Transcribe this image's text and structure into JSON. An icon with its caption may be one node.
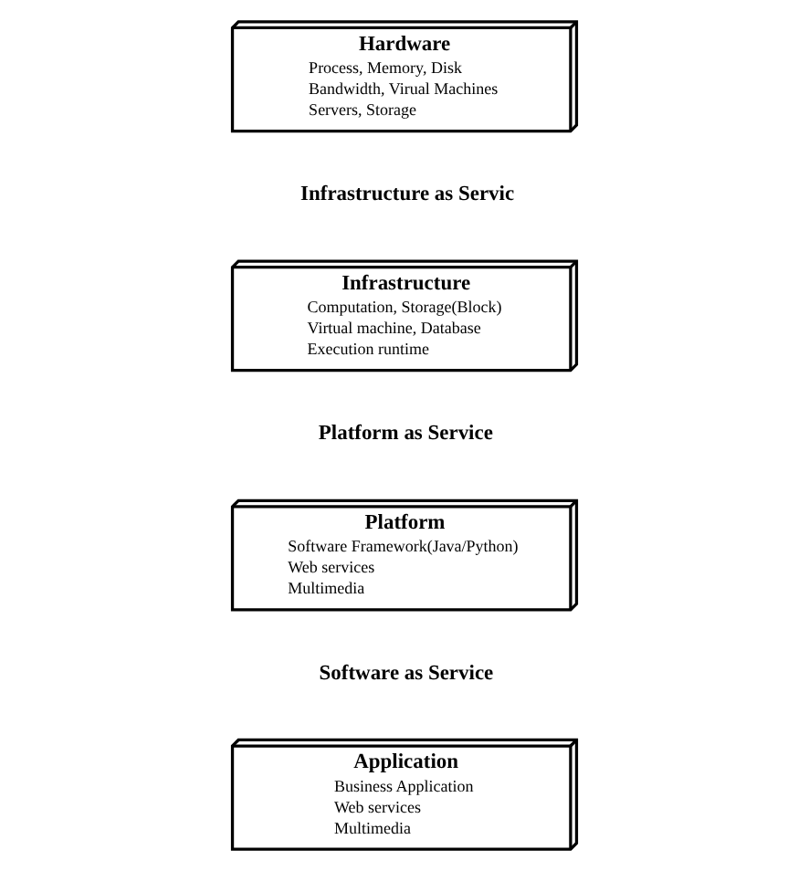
{
  "diagram": {
    "nodes": [
      {
        "text": [
          "Application",
          "Business Application",
          "Web services",
          "Multimedia"
        ]
      },
      {
        "text": [
          "Platform",
          "Software Framework(Java/Python)",
          "Web services",
          "Multimedia"
        ]
      },
      {
        "text": [
          "Infrastructure",
          "Computation, Storage(Block)",
          "Virtual machine, Database",
          "Execution runtime"
        ]
      },
      {
        "text": [
          "Hardware",
          "Process, Memory, Disk",
          "Bandwidth, Virual Machines",
          "Servers, Storage"
        ]
      }
    ],
    "labels": [
      "Software as Service",
      "Platform as Service",
      "Infrastructure as Servic"
    ]
  }
}
